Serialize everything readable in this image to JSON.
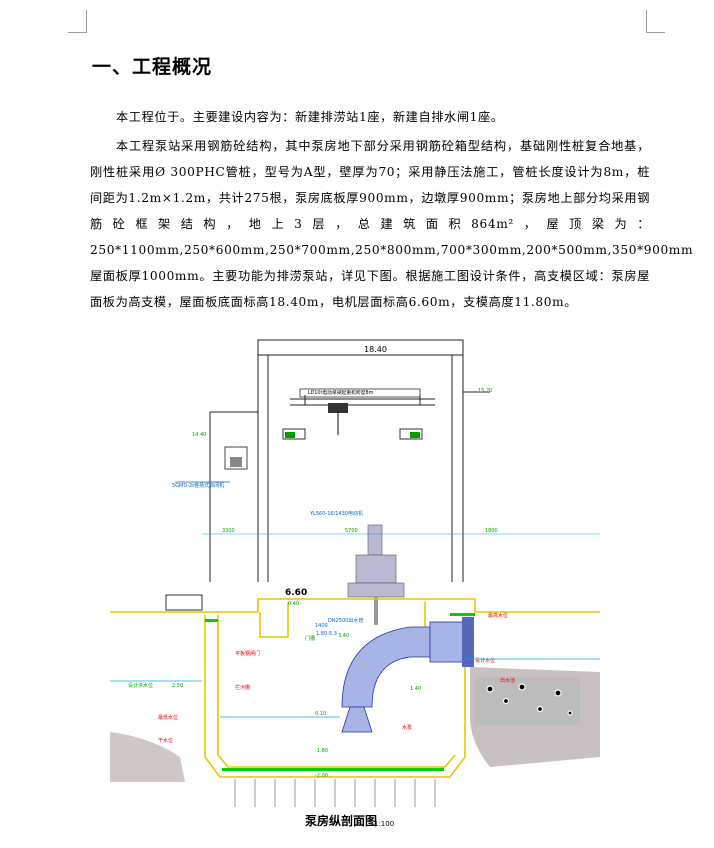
{
  "document": {
    "heading": "一、工程概况",
    "paragraph1": "本工程位于。主要建设内容为：新建排涝站1座，新建自排水闸1座。",
    "paragraph2": "本工程泵站采用钢筋砼结构，其中泵房地下部分采用钢筋砼箱型结构，基础刚性桩复合地基，刚性桩采用Ø 300PHC管桩，型号为A型，壁厚为70；采用静压法施工，管桩长度设计为8m，桩间距为1.2m×1.2m，共计275根，泵房底板厚900mm，边墩厚900mm；泵房地上部分均采用钢筋砼框架结构，地上3层，总建筑面积864m²，屋顶梁为：250*1100mm,250*600mm,250*700mm,250*800mm,700*300mm,200*500mm,350*900mm屋面板厚1000mm。主要功能为排涝泵站，详见下图。根据施工图设计条件，高支模区域：泵房屋面板为高支模，屋面板底面标高18.40m，电机层面标高6.60m，支模高度11.80m。"
  },
  "drawing": {
    "caption": "泵房纵剖面图",
    "scale": "1:100",
    "labels": {
      "roof_elev": "18.40",
      "crane": "LD10t电动单梁起重机跨度8m",
      "elev_1520": "15.20",
      "elev_1440": "14.40",
      "hoist": "5GMD-2t卷扬式启闭机",
      "motor": "YL560-16/1430电动机",
      "dim_left": "3300",
      "dim_mid": "5700",
      "dim_right": "1800",
      "floor_elev": "6.60",
      "elev_040": "0.40",
      "dim_1400": "1400",
      "pipe_dim": "1.80-5.3",
      "gate_label": "门槽",
      "pipe": "DN2500出水管",
      "elev_340": "3.40",
      "water_level": "最高水位",
      "gate_left": "平板钢闸门",
      "trash_rack": "拦污栅",
      "elev_140": "1.40",
      "design_level": "设计水位",
      "ground_level": "设计洪水位",
      "elev_250": "2.50",
      "elev_010": "0.10",
      "low_level": "最低水位",
      "dry_level": "干水位",
      "pump": "水泵",
      "elev_180": "-1.80",
      "elev_200": "-2.00",
      "channel": "出水池"
    }
  }
}
